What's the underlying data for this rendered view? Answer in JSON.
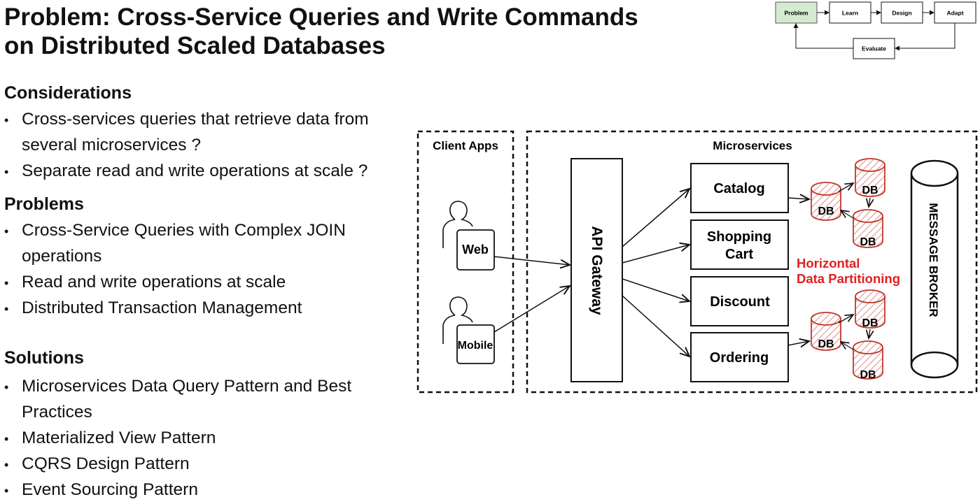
{
  "title": {
    "line1": "Problem: Cross-Service Queries and Write Commands",
    "line2": "on Distributed Scaled Databases"
  },
  "considerations": {
    "heading": "Considerations",
    "items": [
      [
        "Cross-services queries that retrieve data from",
        "several microservices ?"
      ],
      [
        "Separate read and write operations at scale ?"
      ]
    ]
  },
  "problems": {
    "heading": "Problems",
    "items": [
      [
        "Cross-Service Queries with Complex JOIN",
        "operations"
      ],
      [
        "Read and write operations at scale"
      ],
      [
        "Distributed Transaction Management"
      ]
    ]
  },
  "solutions": {
    "heading": "Solutions",
    "items": [
      [
        "Microservices Data Query Pattern and Best",
        "Practices"
      ],
      [
        "Materialized View Pattern"
      ],
      [
        "CQRS Design Pattern"
      ],
      [
        "Event Sourcing Pattern"
      ]
    ]
  },
  "process_flow": {
    "steps": [
      "Problem",
      "Learn",
      "Design",
      "Adapt"
    ],
    "loop_step": "Evaluate",
    "active": "Problem",
    "active_color": "#d5ebd0"
  },
  "diagram": {
    "client_apps_label": "Client Apps",
    "microservices_label": "Microservices",
    "clients": [
      "Web",
      "Mobile"
    ],
    "gateway": "API Gateway",
    "services": [
      [
        "Catalog"
      ],
      [
        "Shopping",
        "Cart"
      ],
      [
        "Discount"
      ],
      [
        "Ordering"
      ]
    ],
    "db_label": "DB",
    "partition_label": [
      "Horizontal",
      "Data Partitioning"
    ],
    "broker": "MESSAGE BROKER",
    "db_color": "#c0392b",
    "partition_color": "#e02020"
  }
}
